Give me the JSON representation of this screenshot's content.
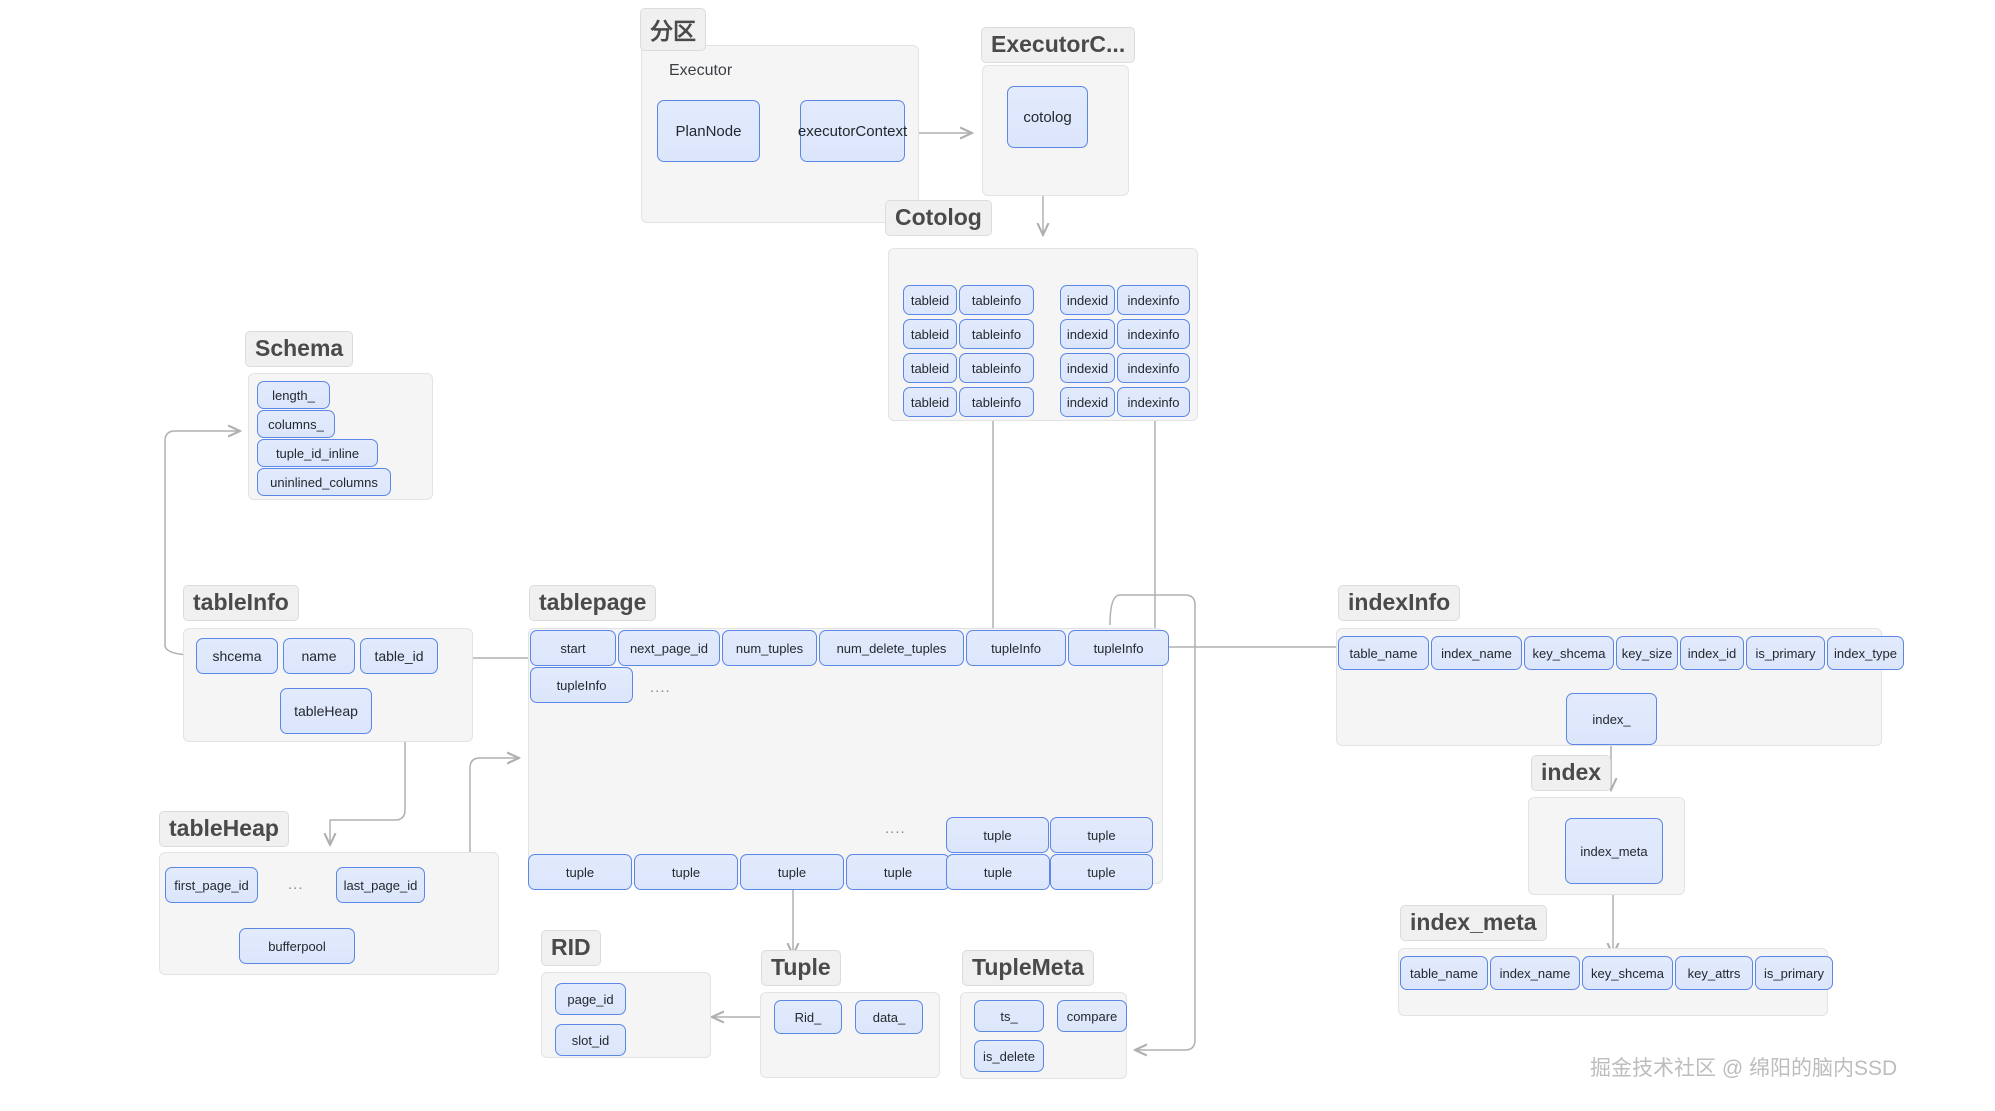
{
  "diagram": {
    "watermark": "掘金技术社区 @ 绵阳的脑内SSD",
    "groups": {
      "partition": {
        "title": "分区",
        "inner_label": "Executor",
        "nodes": [
          "PlanNode",
          "executorContext"
        ]
      },
      "executor_context": {
        "title": "ExecutorC...",
        "nodes": [
          "cotolog"
        ]
      },
      "cotolog": {
        "title": "Cotolog",
        "table_rows": [
          [
            "tableid",
            "tableinfo"
          ],
          [
            "tableid",
            "tableinfo"
          ],
          [
            "tableid",
            "tableinfo"
          ],
          [
            "tableid",
            "tableinfo"
          ]
        ],
        "index_rows": [
          [
            "indexid",
            "indexinfo"
          ],
          [
            "indexid",
            "indexinfo"
          ],
          [
            "indexid",
            "indexinfo"
          ],
          [
            "indexid",
            "indexinfo"
          ]
        ]
      },
      "schema": {
        "title": "Schema",
        "nodes": [
          "length_",
          "columns_",
          "tuple_id_inline",
          "uninlined_columns"
        ]
      },
      "table_info": {
        "title": "tableInfo",
        "nodes": [
          "shcema",
          "name",
          "table_id",
          "tableHeap"
        ]
      },
      "table_heap": {
        "title": "tableHeap",
        "nodes": [
          "first_page_id",
          "last_page_id",
          "bufferpool"
        ],
        "ellipsis": "..."
      },
      "tablepage": {
        "title": "tablepage",
        "header_nodes": [
          "start",
          "next_page_id",
          "num_tuples",
          "num_delete_tuples",
          "tupleInfo",
          "tupleInfo"
        ],
        "second_row_nodes": [
          "tupleInfo"
        ],
        "second_row_ellipsis": "....",
        "mid_ellipsis": "....",
        "upper_tuples": [
          "tuple",
          "tuple"
        ],
        "bottom_tuples": [
          "tuple",
          "tuple",
          "tuple",
          "tuple",
          "tuple",
          "tuple"
        ]
      },
      "rid": {
        "title": "RID",
        "nodes": [
          "page_id",
          "slot_id"
        ]
      },
      "tuple": {
        "title": "Tuple",
        "nodes": [
          "Rid_",
          "data_"
        ]
      },
      "tuple_meta": {
        "title": "TupleMeta",
        "nodes": [
          "ts_",
          "compare",
          "is_delete"
        ]
      },
      "index_info": {
        "title": "indexInfo",
        "nodes": [
          "table_name",
          "index_name",
          "key_shcema",
          "key_size",
          "index_id",
          "is_primary",
          "index_type",
          "index_"
        ]
      },
      "index": {
        "title": "index",
        "nodes": [
          "index_meta"
        ]
      },
      "index_meta": {
        "title": "index_meta",
        "nodes": [
          "table_name",
          "index_name",
          "key_shcema",
          "key_attrs",
          "is_primary"
        ]
      }
    },
    "colors": {
      "node_border": "#5b87e8",
      "node_fill": "#e2eafc",
      "group_fill": "#f5f5f5",
      "group_border": "#e3e3e3",
      "title_fill": "#f0f0f0",
      "link": "#b0b0b0",
      "text": "#24292e"
    }
  }
}
